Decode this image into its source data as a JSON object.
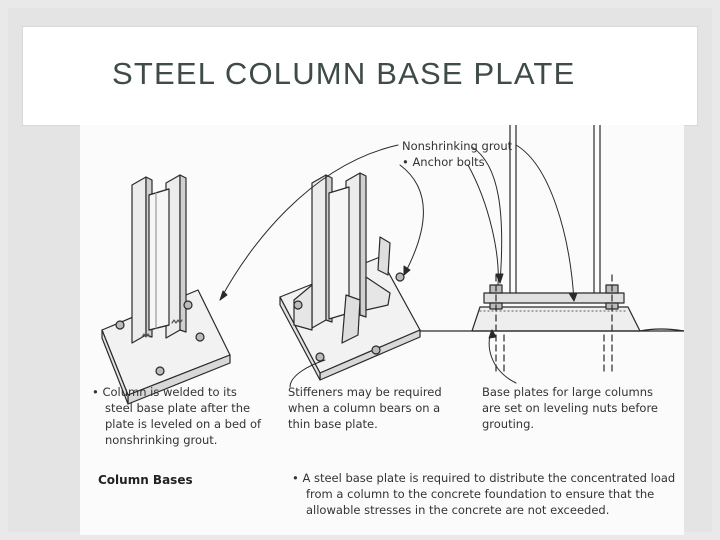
{
  "slide": {
    "title": "STEEL COLUMN BASE PLATE"
  },
  "figure": {
    "callout_top": [
      "Nonshrinking grout",
      "•  Anchor bolts"
    ],
    "note_left": [
      "•  Column is welded to its",
      "steel base plate after the",
      "plate is leveled on a bed of",
      "nonshrinking grout."
    ],
    "note_middle": [
      "Stiffeners may be required",
      "when a column bears on a",
      "thin base plate."
    ],
    "note_right": [
      "Base plates for large columns",
      "are set on leveling nuts before",
      "grouting."
    ],
    "heading": "Column Bases",
    "note_bottom": [
      "•  A steel base plate is required to distribute the concentrated load",
      "from a column to the concrete foundation to ensure that the",
      "allowable stresses in the concrete are not exceeded."
    ]
  }
}
